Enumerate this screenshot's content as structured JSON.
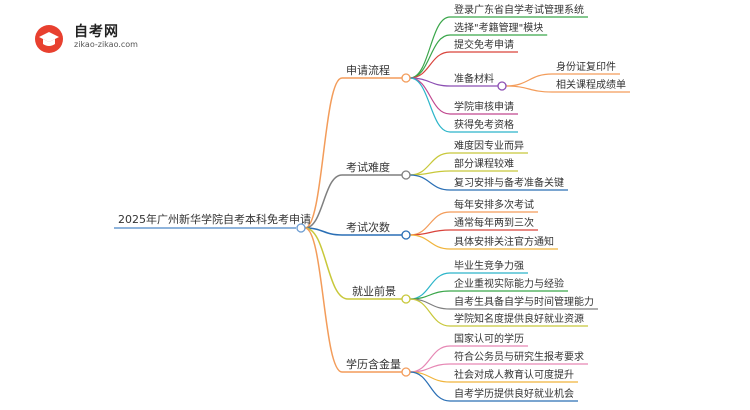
{
  "logo": {
    "title": "自考网",
    "url": "zikao-zikao.com",
    "badge_color": "#e8402f",
    "icon": "graduation-cap-icon"
  },
  "mindmap": {
    "root": {
      "label": "2025年广州新华学院自考本科免考申请"
    },
    "branches": [
      {
        "label": "申请流程",
        "color": "#f39c5a",
        "children": [
          {
            "label": "登录广东省自学考试管理系统",
            "color": "#3aa64a"
          },
          {
            "label": "选择\"考籍管理\"模块",
            "color": "#3aa64a"
          },
          {
            "label": "提交免考申请",
            "color": "#d9433b"
          },
          {
            "label": "准备材料",
            "color": "#8c4fb3",
            "children": [
              {
                "label": "身份证复印件",
                "color": "#f39c5a"
              },
              {
                "label": "相关课程成绩单",
                "color": "#f39c5a"
              }
            ]
          },
          {
            "label": "学院审核申请",
            "color": "#c0488f"
          },
          {
            "label": "获得免考资格",
            "color": "#2cb5c9"
          }
        ]
      },
      {
        "label": "考试难度",
        "color": "#7f7f7f",
        "children": [
          {
            "label": "难度因专业而异",
            "color": "#c8c83a"
          },
          {
            "label": "部分课程较难",
            "color": "#c8c83a"
          },
          {
            "label": "复习安排与备考准备关键",
            "color": "#2a6fb5"
          }
        ]
      },
      {
        "label": "考试次数",
        "color": "#2a6fb5",
        "children": [
          {
            "label": "每年安排多次考试",
            "color": "#f39c5a"
          },
          {
            "label": "通常每年两到三次",
            "color": "#d9433b"
          },
          {
            "label": "具体安排关注官方通知",
            "color": "#f0b43c"
          }
        ]
      },
      {
        "label": "就业前景",
        "color": "#c8c83a",
        "children": [
          {
            "label": "毕业生竞争力强",
            "color": "#2cb5c9"
          },
          {
            "label": "企业重视实际能力与经验",
            "color": "#3aa64a"
          },
          {
            "label": "自考生具备自学与时间管理能力",
            "color": "#7f7f7f"
          },
          {
            "label": "学院知名度提供良好就业资源",
            "color": "#c8c83a"
          }
        ]
      },
      {
        "label": "学历含金量",
        "color": "#f39c5a",
        "children": [
          {
            "label": "国家认可的学历",
            "color": "#e687b4"
          },
          {
            "label": "符合公务员与研究生报考要求",
            "color": "#e687b4"
          },
          {
            "label": "社会对成人教育认可度提升",
            "color": "#f0b43c"
          },
          {
            "label": "自考学历提供良好就业机会",
            "color": "#2a6fb5"
          }
        ]
      }
    ]
  }
}
